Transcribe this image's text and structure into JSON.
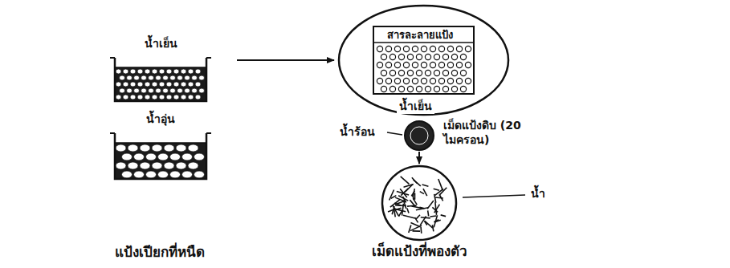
{
  "diagram": {
    "nodes": [
      {
        "text": [
          "น้ำเย็น"
        ]
      },
      {
        "text": [
          "น้ำอุ่น"
        ]
      },
      {
        "text": [
          "สารละลายแป้ง"
        ]
      },
      {
        "text": [
          "เม็ดแป้งดิบ (20 ไมครอน)"
        ]
      },
      {
        "text": [
          "เม็ดแป้งที่พองตัว"
        ]
      }
    ],
    "edges": [
      {
        "from": 0,
        "to": 2,
        "arrow": "to"
      },
      {
        "from": 3,
        "to": 4,
        "arrow": "to"
      }
    ],
    "labels": [
      "น้ำเย็น",
      "น้ำร้อน",
      "น้ำ",
      "แป้งเปียกที่หนืด"
    ]
  }
}
